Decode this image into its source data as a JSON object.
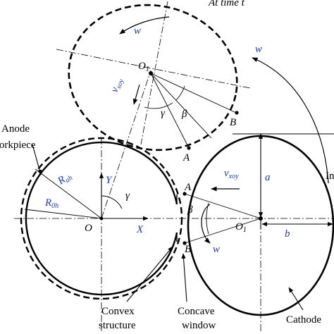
{
  "colors": {
    "ink": "#000000",
    "label_blue": "#1f3c99"
  },
  "labels": {
    "top_caption": "At time t",
    "anode_line1": "Anode",
    "anode_line2": "workpiece",
    "cathode": "Cathode",
    "convex_line1": "Convex",
    "convex_line2": "structure",
    "concave_line1": "Concave",
    "concave_line2": "window",
    "right_edge": "In"
  },
  "symbols": {
    "o1_top": "O",
    "o1_top_sub": "1",
    "o1_right": "O",
    "o1_right_sub": "1",
    "o": "O",
    "x_axis": "X",
    "y_axis": "Y",
    "point_a": "A",
    "point_b": "B",
    "point_a_top": "A",
    "point_b_top": "B",
    "gamma_top": "γ",
    "beta_top": "β",
    "gamma_left": "γ",
    "beta_right": "β",
    "w_top_left": "w",
    "w_top_right": "w",
    "w_right": "w",
    "v_top": "v",
    "v_top_sub": "xoy",
    "v_right": "v",
    "v_right_sub": "xoy",
    "r_ah": "R",
    "r_ah_sub": "ah",
    "r_0h": "R",
    "r_0h_sub": "0h",
    "dim_a": "a",
    "dim_b": "b"
  }
}
